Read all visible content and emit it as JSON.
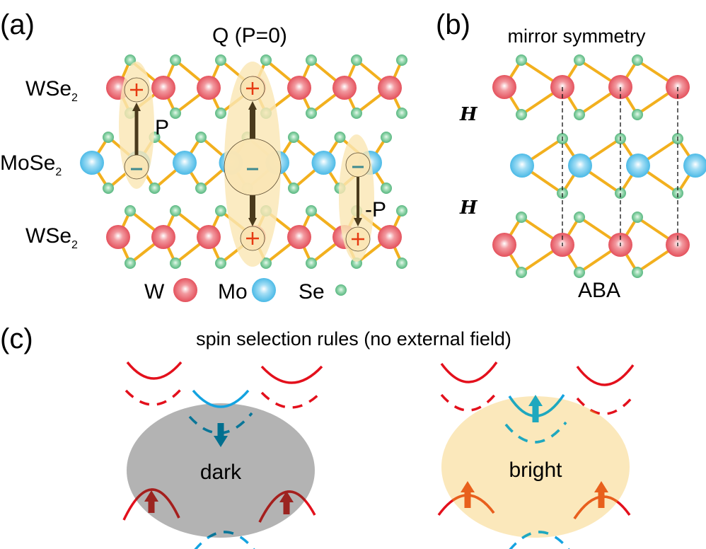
{
  "panel_a": {
    "label": "(a)",
    "title": "Q (P=0)",
    "layers": [
      {
        "name": "WSe",
        "sub": "2"
      },
      {
        "name": "MoSe",
        "sub": "2"
      },
      {
        "name": "WSe",
        "sub": "2"
      }
    ],
    "polarization_up": "P",
    "polarization_down": "-P",
    "legend": [
      {
        "label": "W",
        "color": "#e8505a"
      },
      {
        "label": "Mo",
        "color": "#4fbde8"
      },
      {
        "label": "Se",
        "color": "#5cbf85"
      }
    ]
  },
  "panel_b": {
    "label": "(b)",
    "title": "mirror symmetry",
    "stacking": [
      "H",
      "H"
    ],
    "caption": "ABA"
  },
  "panel_c": {
    "label": "(c)",
    "title": "spin selection rules (no external field)",
    "states": [
      {
        "label": "dark",
        "fill": "#b3b3b3"
      },
      {
        "label": "bright",
        "fill": "#fbe8bb"
      }
    ]
  },
  "colors": {
    "bond": "#f2b01e",
    "exciton_halo": "#fae6b5",
    "plus": "#e63a12",
    "minus": "#3f8a8f",
    "dipole_arrow": "#4a3a1c",
    "band_red": "#e3101c",
    "band_blue": "#14a3e0"
  }
}
